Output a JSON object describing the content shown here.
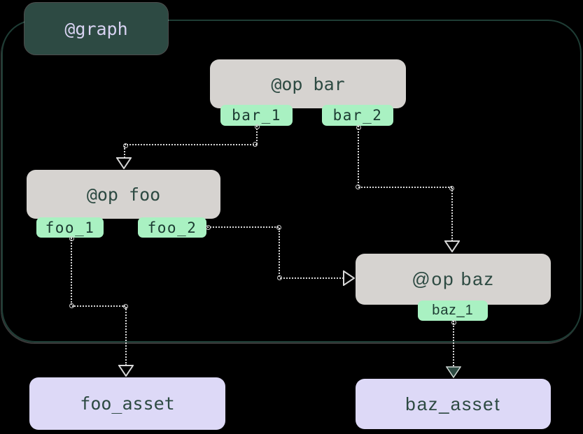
{
  "diagram": {
    "graph_label": "@graph",
    "ops": [
      {
        "id": "bar",
        "title": "@op bar",
        "outputs": [
          "bar_1",
          "bar_2"
        ]
      },
      {
        "id": "foo",
        "title": "@op foo",
        "outputs": [
          "foo_1",
          "foo_2"
        ]
      },
      {
        "id": "baz",
        "title": "@op baz",
        "outputs": [
          "baz_1"
        ]
      }
    ],
    "assets": [
      {
        "id": "foo_asset",
        "label": "foo_asset"
      },
      {
        "id": "baz_asset",
        "label": "baz_asset"
      }
    ],
    "edges": [
      {
        "from": "bar_1",
        "to": "@op foo",
        "arrow": "open"
      },
      {
        "from": "bar_2",
        "to": "@op baz",
        "arrow": "open"
      },
      {
        "from": "foo_2",
        "to": "@op baz",
        "arrow": "open"
      },
      {
        "from": "foo_1",
        "to": "foo_asset",
        "arrow": "open"
      },
      {
        "from": "baz_1",
        "to": "baz_asset",
        "arrow": "filled"
      }
    ],
    "colors": {
      "background": "#000000",
      "graph_badge_bg": "#2d4a43",
      "graph_badge_text": "#d8d3f2",
      "graph_border": "#1e3d35",
      "op_bg": "#d6d3d0",
      "op_text": "#2d4a42",
      "output_tag_bg": "#a9f1c2",
      "output_tag_text": "#1b3a31",
      "asset_bg": "#ddd9f7",
      "asset_text": "#2d4a42",
      "edge_dots": "#d8d8d8",
      "filled_arrow": "#2d4a42"
    }
  }
}
